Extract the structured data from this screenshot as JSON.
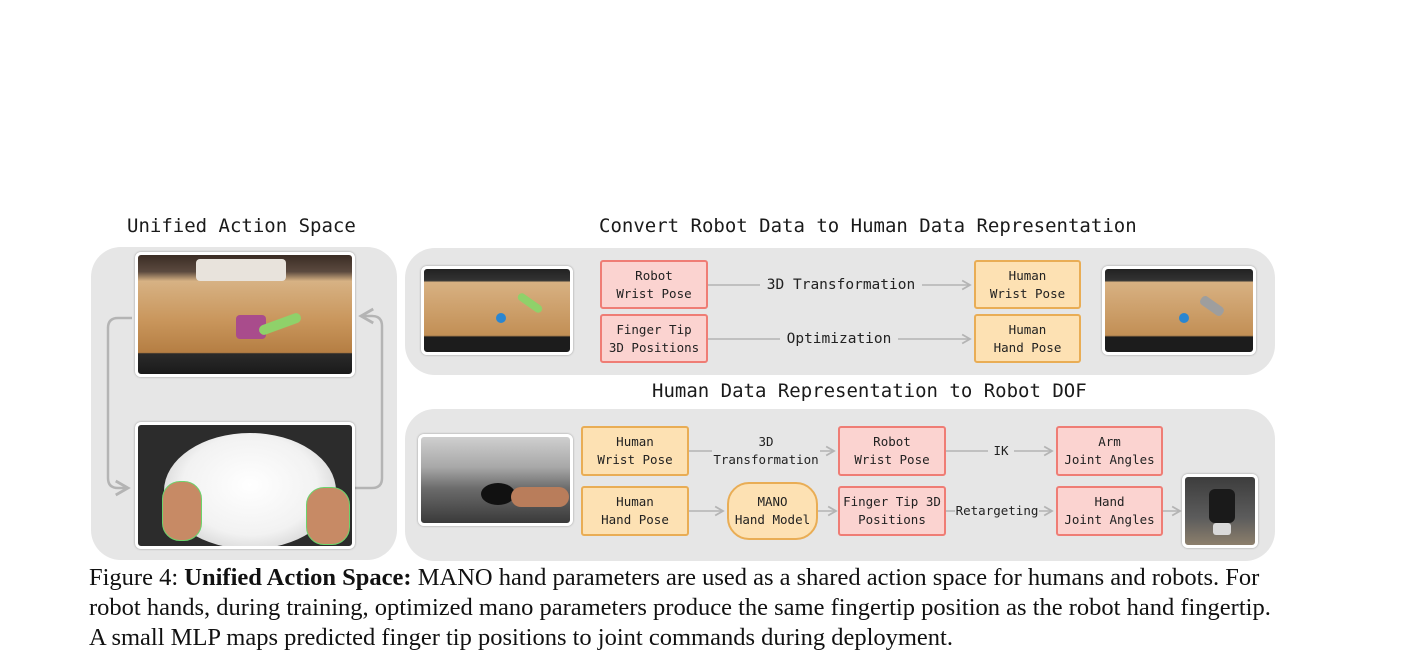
{
  "titles": {
    "left": "Unified Action Space",
    "top": "Convert Robot Data to Human Data Representation",
    "bottom": "Human Data Representation to Robot DOF"
  },
  "top_row": {
    "robot_wrist_pose": "Robot\nWrist Pose",
    "finger_tip_3d": "Finger Tip\n3D Positions",
    "human_wrist_pose": "Human\nWrist Pose",
    "human_hand_pose": "Human\nHand Pose",
    "edge_transform": "3D Transformation",
    "edge_optimization": "Optimization"
  },
  "bottom_row": {
    "human_wrist_pose": "Human\nWrist Pose",
    "human_hand_pose": "Human\nHand Pose",
    "robot_wrist_pose": "Robot\nWrist Pose",
    "mano_hand_model": "MANO\nHand Model",
    "finger_tip_3d": "Finger Tip 3D\nPositions",
    "arm_joint_angles": "Arm\nJoint Angles",
    "hand_joint_angles": "Hand\nJoint Angles",
    "edge_transform": "3D\nTransformation",
    "edge_ik": "IK",
    "edge_retargeting": "Retargeting"
  },
  "caption": {
    "label": "Figure 4:",
    "bold": "Unified Action Space:",
    "text": " MANO hand parameters are used as a shared action space for humans and robots. For robot hands, during training, optimized mano parameters produce the same fingertip position as the robot hand fingertip. A small MLP maps predicted finger tip positions to joint commands during deployment."
  },
  "colors": {
    "panel": "#e6e6e6",
    "robot_box_fill": "#fbd3d0",
    "robot_box_border": "#ef7d75",
    "human_box_fill": "#fde1b3",
    "human_box_border": "#e9ad55",
    "arrow": "#b4b4b4"
  }
}
